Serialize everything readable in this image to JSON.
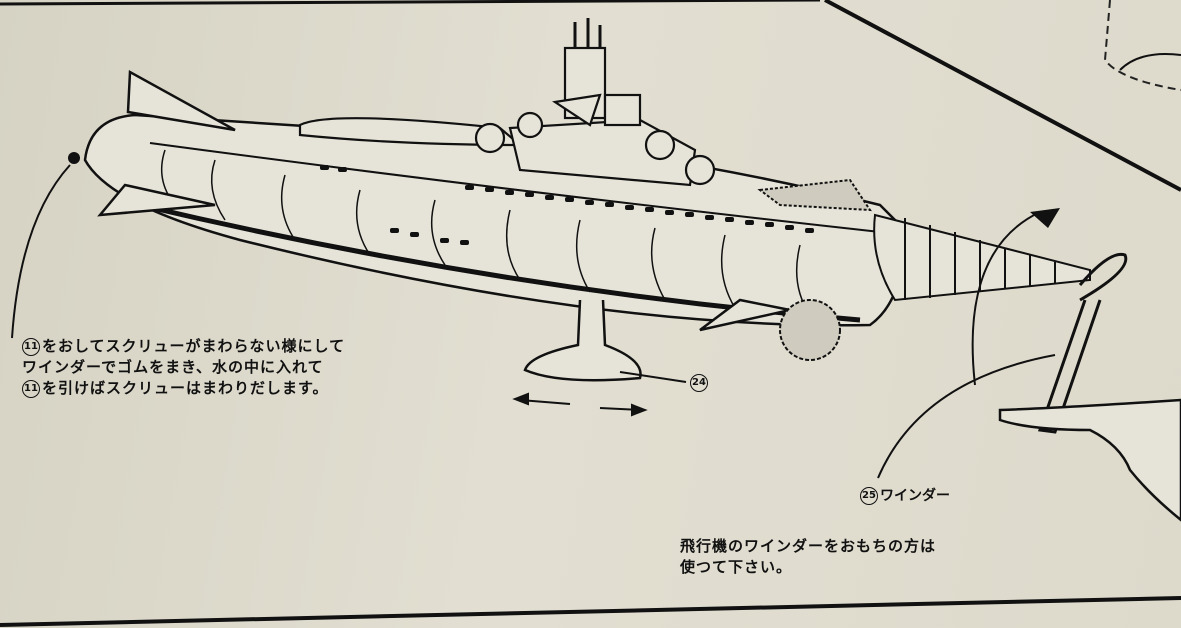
{
  "instructions": {
    "line1_num": "11",
    "line1_text": "をおしてスクリューがまわらない様にして",
    "line2_text": "ワインダーでゴムをまき、水の中に入れて",
    "line3_num": "11",
    "line3_text": "を引けばスクリューはまわりだします。"
  },
  "part_24": {
    "num": "24"
  },
  "part_25": {
    "num": "25",
    "label": "ワインダー"
  },
  "windup_note": {
    "line1": "飛行機のワインダーをおもちの方は",
    "line2": "使つて下さい。"
  },
  "colors": {
    "paper": "#dcd9cb",
    "ink": "#111111"
  }
}
